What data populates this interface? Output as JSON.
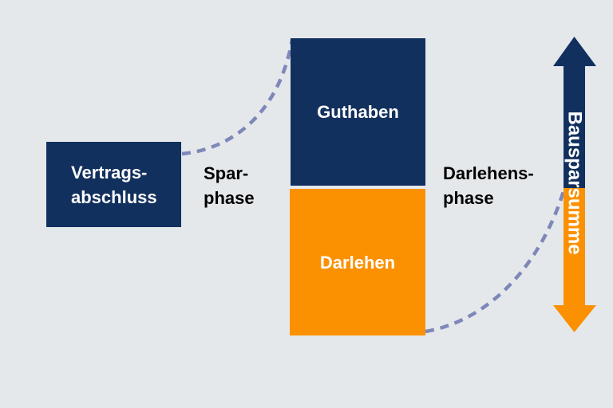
{
  "diagram": {
    "title_hint": "Bausparvertrag phases diagram",
    "boxes": {
      "contract": {
        "line1": "Vertrags-",
        "line2": "abschluss"
      },
      "credit": {
        "label": "Guthaben"
      },
      "loan": {
        "label": "Darlehen"
      }
    },
    "labels": {
      "saving_phase": {
        "line1": "Spar-",
        "line2": "phase"
      },
      "loan_phase": {
        "line1": "Darlehens-",
        "line2": "phase"
      },
      "sum": "Bausparsumme"
    },
    "colors": {
      "background": "#e5e8eb",
      "navy": "#12305e",
      "orange": "#fb9100",
      "dash": "#7e88b8",
      "text_dark": "#000000",
      "text_light": "#ffffff"
    }
  }
}
